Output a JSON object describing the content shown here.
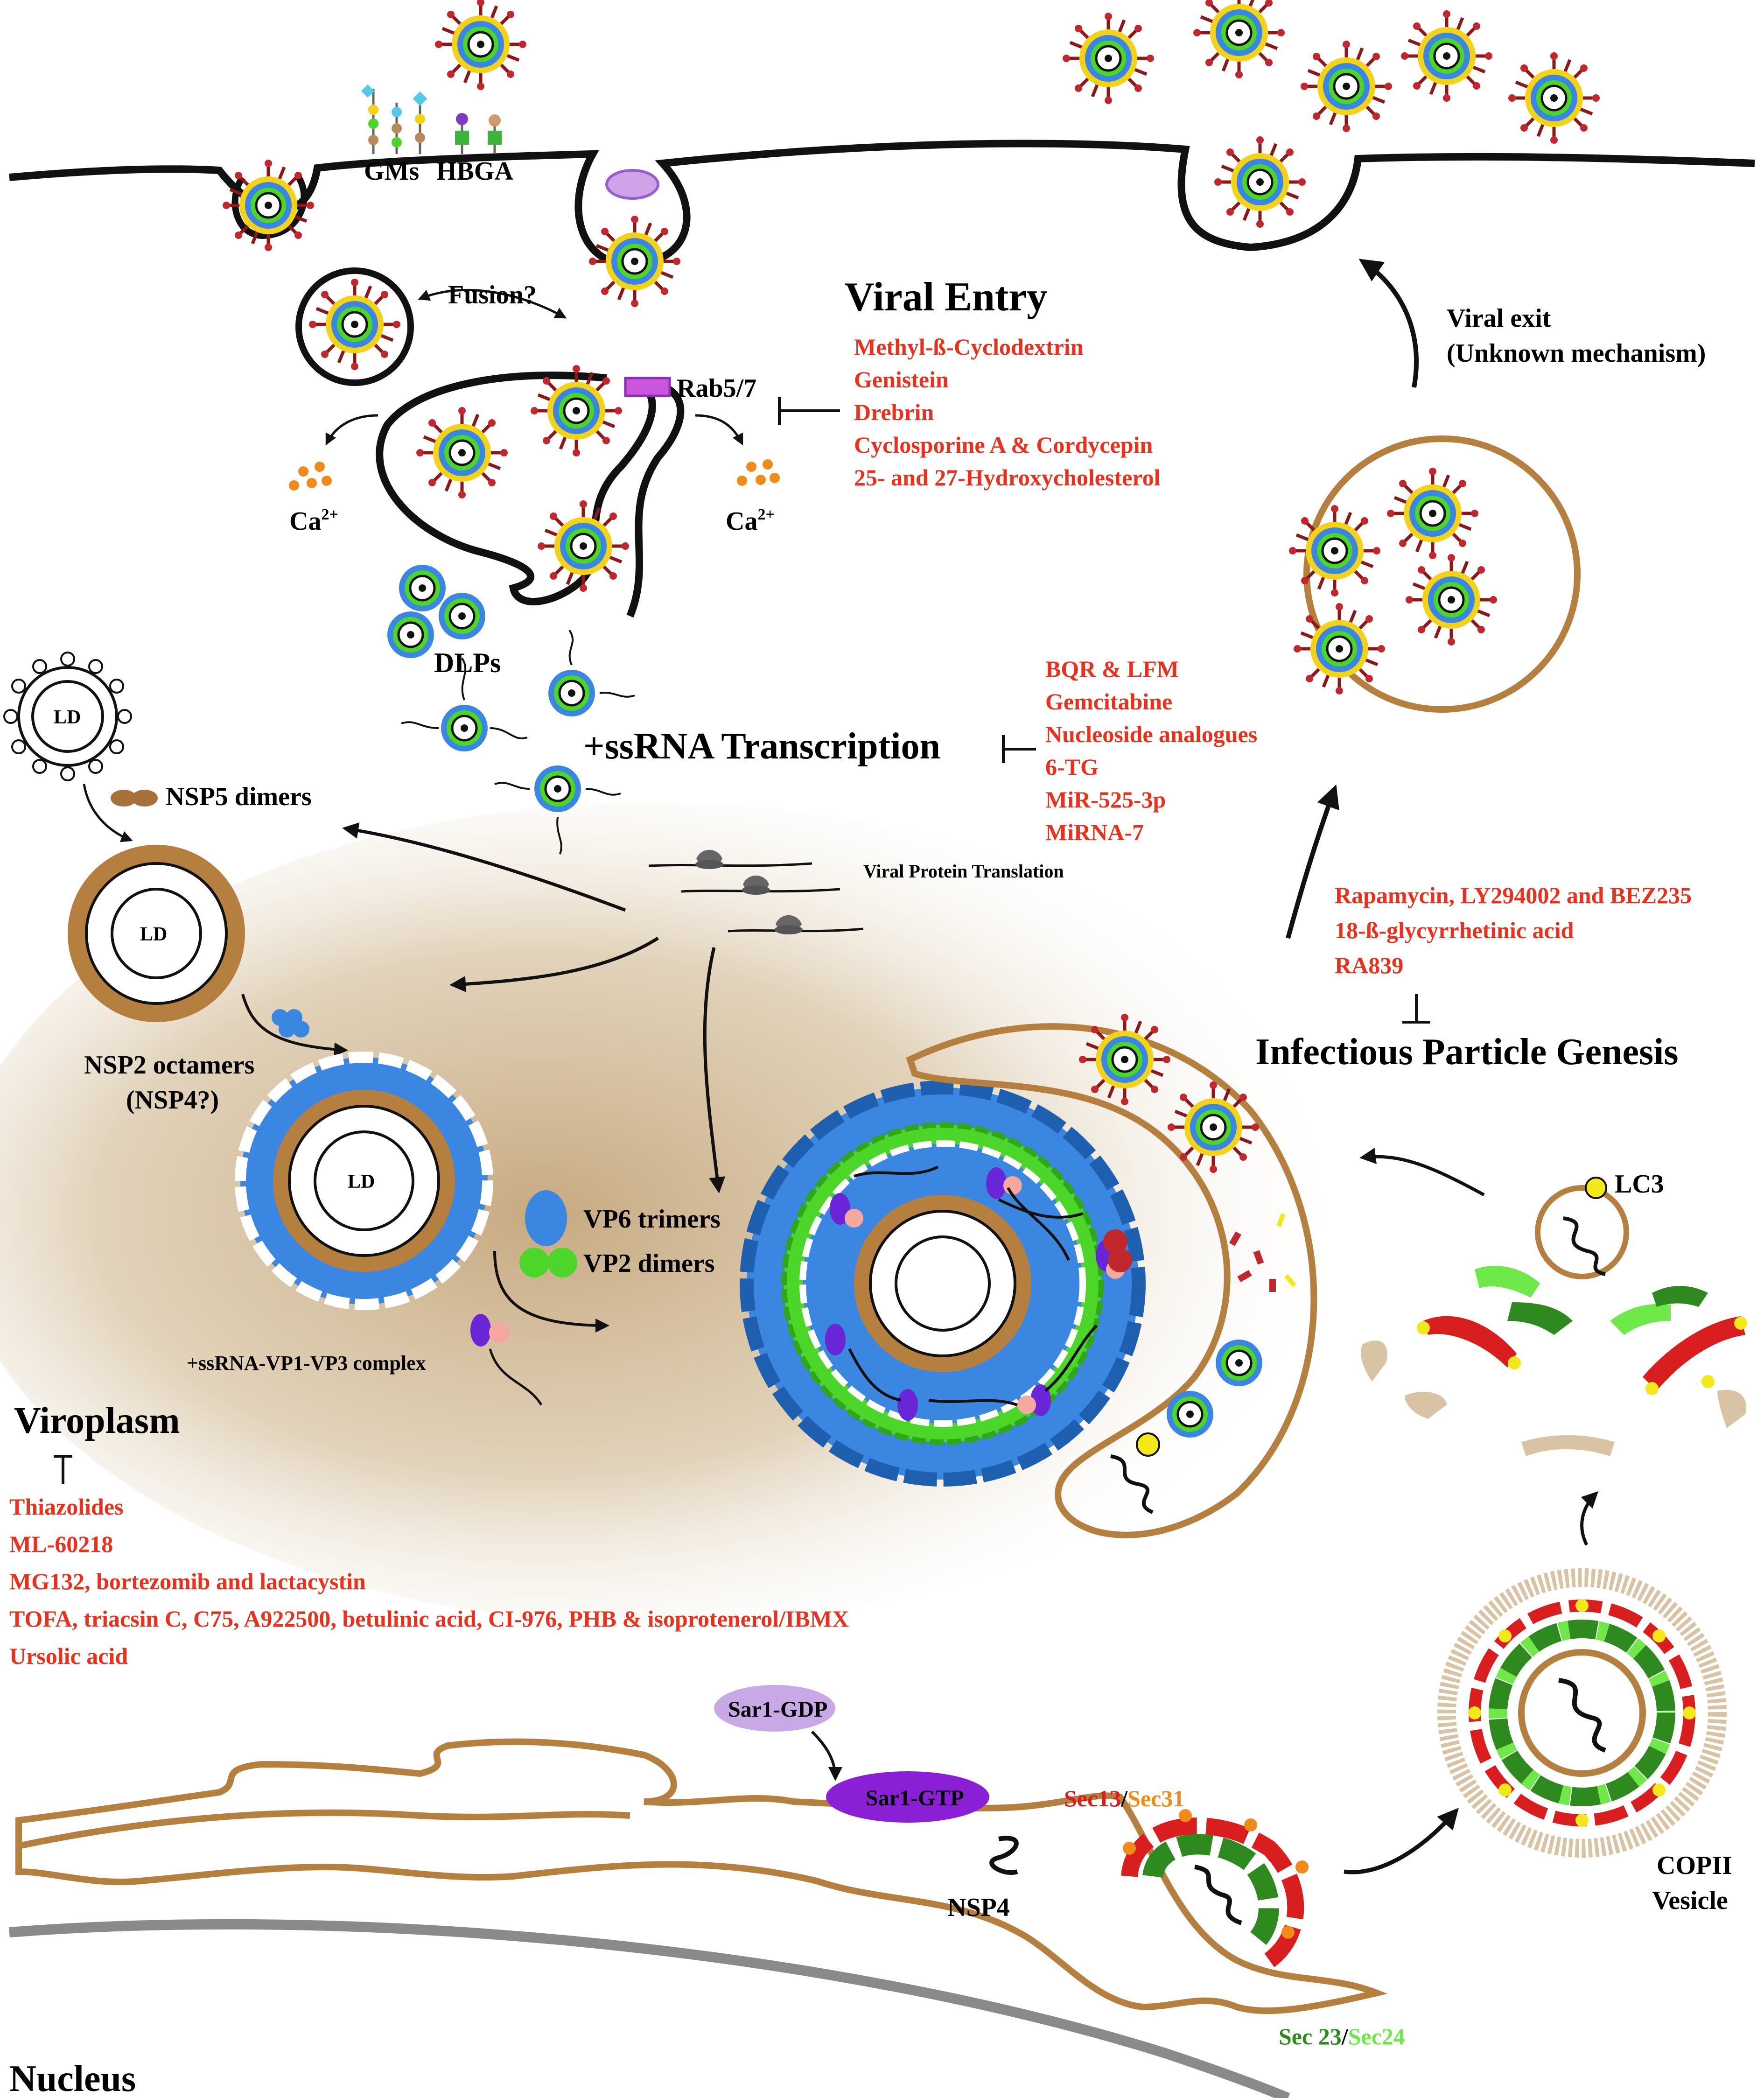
{
  "labels": {
    "gms": "GMs",
    "hbga": "HBGA",
    "fusion": "Fusion?",
    "viral_entry": "Viral Entry",
    "rab": "Rab5/7",
    "ca_left": "Ca",
    "ca_right": "Ca",
    "ca_sup": "2+",
    "dlps": "DLPs",
    "viral_exit_1": "Viral exit",
    "viral_exit_2": "(Unknown mechanism)",
    "ld": "LD",
    "nsp5": "NSP5 dimers",
    "transcription": "+ssRNA Transcription",
    "translation": "Viral Protein Translation",
    "nsp2_1": "NSP2 octamers",
    "nsp2_2": "(NSP4?)",
    "vp6": "VP6 trimers",
    "vp2": "VP2 dimers",
    "complex": "+ssRNA-VP1-VP3 complex",
    "viroplasm": "Viroplasm",
    "genesis": "Infectious Particle Genesis",
    "lc3": "LC3",
    "sar_gdp": "Sar1-GDP",
    "sar_gtp": "Sar1-GTP",
    "nsp4": "NSP4",
    "sec13": "Sec13",
    "sec31": "Sec31",
    "sec23": "Sec 23",
    "sec24": "Sec24",
    "slash": "/",
    "copii_1": "COPII",
    "copii_2": "Vesicle",
    "nucleus": "Nucleus"
  },
  "inhibitors": {
    "entry": [
      "Methyl-ß-Cyclodextrin",
      "Genistein",
      "Drebrin",
      "Cyclosporine A & Cordycepin",
      "25- and 27-Hydroxycholesterol"
    ],
    "transcription": [
      "BQR & LFM",
      "Gemcitabine",
      "Nucleoside analogues",
      "6-TG",
      "MiR-525-3p",
      "MiRNA-7"
    ],
    "genesis": [
      "Rapamycin, LY294002 and BEZ235",
      "18-ß-glycyrrhetinic acid",
      "RA839"
    ],
    "viroplasm": [
      "Thiazolides",
      "ML-60218",
      "MG132, bortezomib  and lactacystin",
      "TOFA, triacsin  C, C75, A922500, betulinic  acid,  CI-976, PHB & isoprotenerol/IBMX",
      "Ursolic acid"
    ]
  },
  "colors": {
    "inhibitor_red": "#e8321e",
    "membrane_brown": "#b5803f",
    "vp6_blue": "#3a86e0",
    "vp2_green": "#4dd62a",
    "cytoplasm_tan": "#c9ad85",
    "nucleus_gray": "#8a8a8a",
    "sar_gdp": "#c9a8e6",
    "sar_gtp": "#8b1fd6",
    "sec13_red": "#d81e1e",
    "sec31_orange": "#f08a1a",
    "sec23_dark_green": "#2e8a1e",
    "sec24_light_green": "#6fe84a"
  },
  "icons": [
    "virion-icon",
    "ribosome-icon",
    "lipid-droplet-icon"
  ]
}
